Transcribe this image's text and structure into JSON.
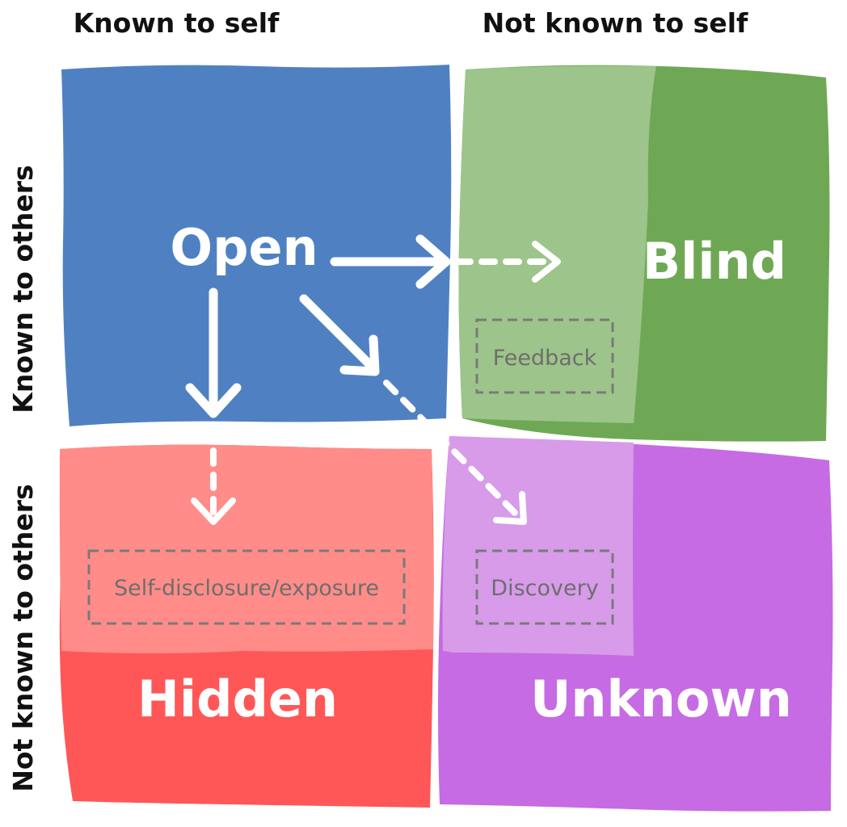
{
  "axes": {
    "column_left": "Known to self",
    "column_right": "Not known to self",
    "row_top": "Known to others",
    "row_bottom": "Not known to others"
  },
  "quadrants": {
    "open": {
      "label": "Open",
      "color": "#4f81c2"
    },
    "blind": {
      "label": "Blind",
      "color": "#6fa855",
      "light_color": "#9dc48a"
    },
    "hidden": {
      "label": "Hidden",
      "color": "#ff5757",
      "light_color": "#ff8c88"
    },
    "unknown": {
      "label": "Unknown",
      "color": "#c66be3",
      "light_color": "#d79bea"
    }
  },
  "processes": {
    "feedback": "Feedback",
    "self_disclosure": "Self-disclosure/exposure",
    "discovery": "Discovery"
  }
}
